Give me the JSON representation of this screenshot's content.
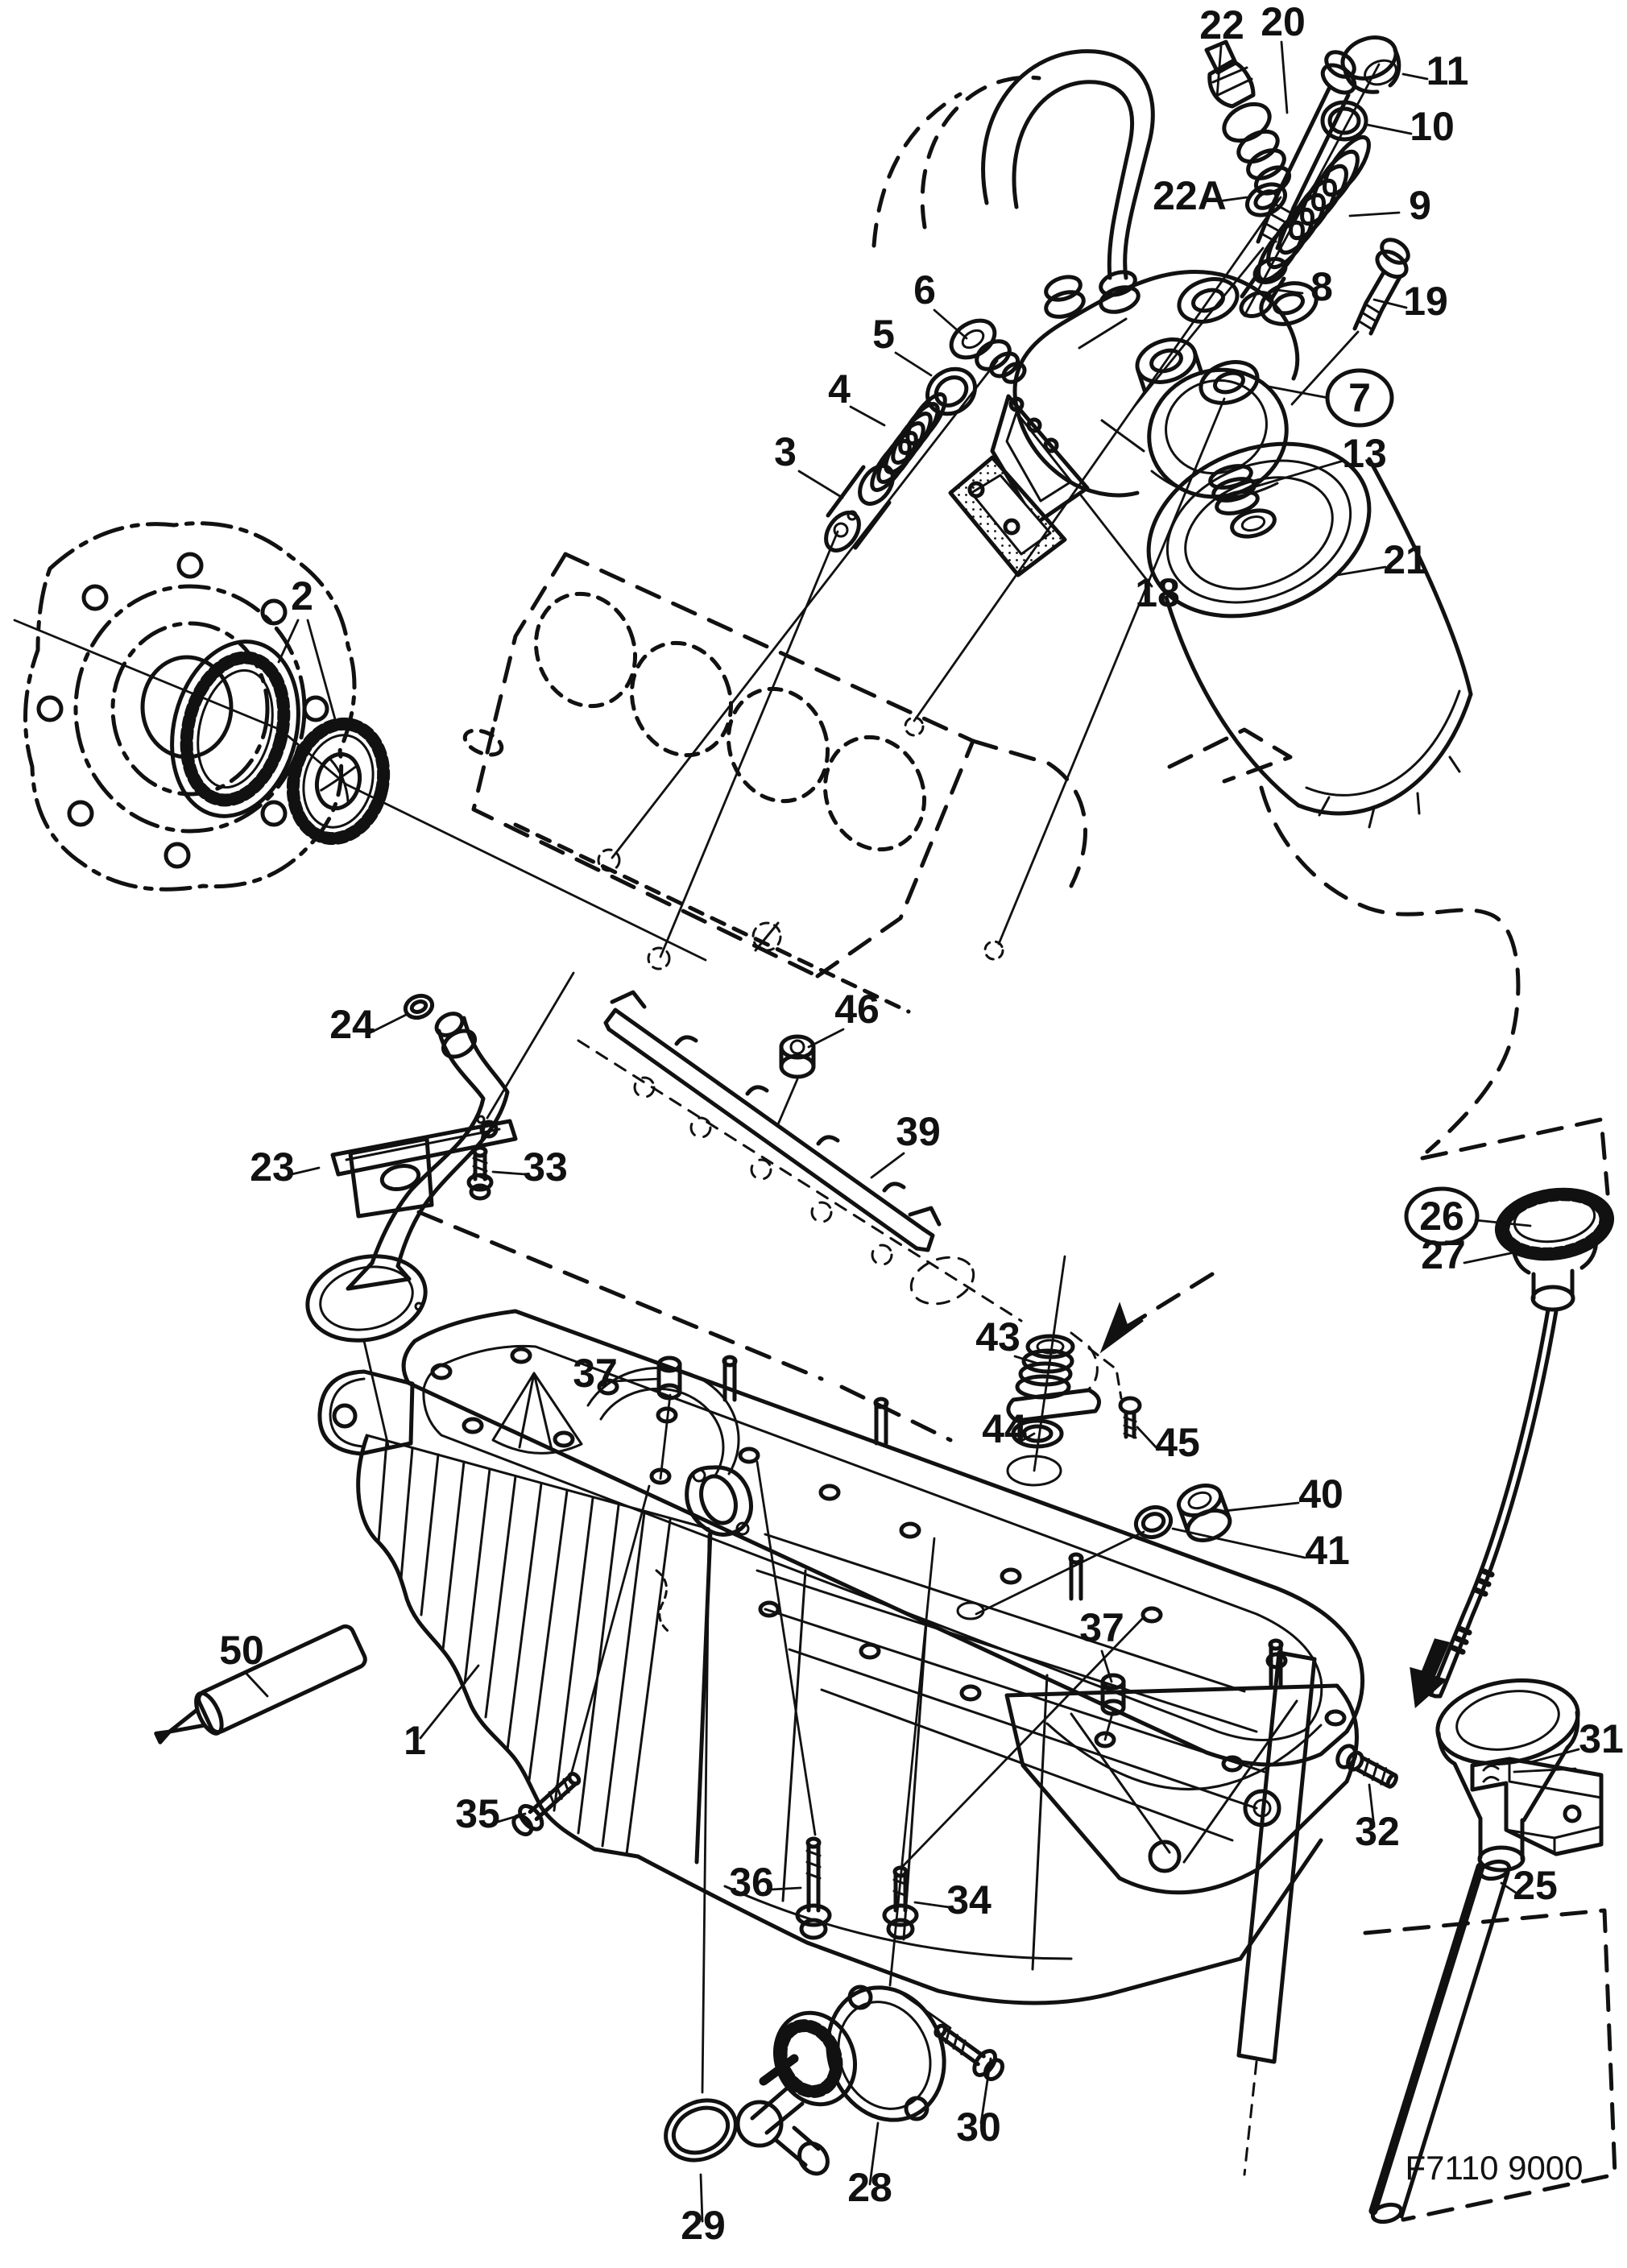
{
  "diagram": {
    "figure_code": "F7110 9000",
    "style": {
      "ink": "#111111",
      "background": "#ffffff"
    },
    "callouts": [
      {
        "label": "2"
      },
      {
        "label": "3"
      },
      {
        "label": "4"
      },
      {
        "label": "5"
      },
      {
        "label": "6"
      },
      {
        "label": "7",
        "circled": true
      },
      {
        "label": "8"
      },
      {
        "label": "9"
      },
      {
        "label": "10"
      },
      {
        "label": "11"
      },
      {
        "label": "13"
      },
      {
        "label": "18"
      },
      {
        "label": "19"
      },
      {
        "label": "20"
      },
      {
        "label": "21"
      },
      {
        "label": "22"
      },
      {
        "label": "22A"
      },
      {
        "label": "23"
      },
      {
        "label": "24"
      },
      {
        "label": "25"
      },
      {
        "label": "26",
        "circled": true
      },
      {
        "label": "27"
      },
      {
        "label": "28"
      },
      {
        "label": "29"
      },
      {
        "label": "30"
      },
      {
        "label": "31"
      },
      {
        "label": "32"
      },
      {
        "label": "33"
      },
      {
        "label": "34"
      },
      {
        "label": "35"
      },
      {
        "label": "36"
      },
      {
        "label": "37"
      },
      {
        "label": "37"
      },
      {
        "label": "39"
      },
      {
        "label": "40"
      },
      {
        "label": "41"
      },
      {
        "label": "43"
      },
      {
        "label": "44"
      },
      {
        "label": "45"
      },
      {
        "label": "46"
      },
      {
        "label": "50"
      },
      {
        "label": "1"
      }
    ]
  }
}
